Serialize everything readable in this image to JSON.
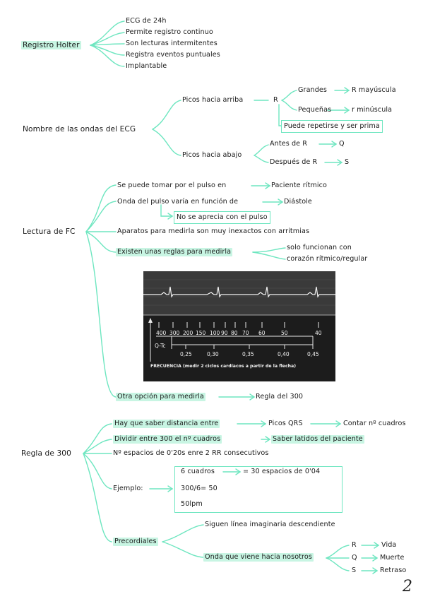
{
  "colors": {
    "accent": "#6ee6c0",
    "highlight": "#c8f5e3",
    "text": "#1a1a1a"
  },
  "holter": {
    "title": "Registro Holter",
    "items": [
      "ECG de 24h",
      "Permite registro continuo",
      "Son lecturas intermitentes",
      "Registra eventos puntuales",
      "Implantable"
    ]
  },
  "ondas": {
    "title": "Nombre de las ondas del ECG",
    "arriba": "Picos hacia arriba",
    "r": "R",
    "grandes": "Grandes",
    "r_may": "R mayúscula",
    "pequenas": "Pequeñas",
    "r_min": "r minúscula",
    "repetir": "Puede repetirse y ser prima",
    "abajo": "Picos hacia abajo",
    "antes": "Antes de R",
    "q": "Q",
    "despues": "Después de R",
    "s": "S"
  },
  "fc": {
    "title": "Lectura de FC",
    "pulso": "Se puede tomar por el pulso en",
    "ritmico": "Paciente rítmico",
    "onda_pulso": "Onda del pulso varía en función de",
    "diastole": "Diástole",
    "no_aprecia": "No se aprecia con el pulso",
    "aparatos": "Aparatos para medirla son muy inexactos con arritmias",
    "reglas": "Existen unas reglas para medirla",
    "solo1": "solo funcionan con",
    "solo2": "corazón rítmico/regular",
    "otra": "Otra opción para medirla",
    "regla300": "Regla del 300"
  },
  "ruler": {
    "top_ticks": [
      "400",
      "300",
      "200",
      "150",
      "100",
      "90",
      "80",
      "70",
      "60",
      "50",
      "40"
    ],
    "qtc_label": "Q-Tc",
    "bottom_ticks": [
      "0,25",
      "0,30",
      "0,35",
      "0,40",
      "0,45"
    ],
    "caption": "FRECUENCIA  (medir 2 ciclos cardíacos a partir de la flecha)"
  },
  "regla": {
    "title": "Regla de 300",
    "distancia": "Hay que saber distancia entre",
    "picos": "Picos QRS",
    "contar": "Contar nº cuadros",
    "dividir": "Dividir entre 300 el nº cuadros",
    "latidos": "Saber latidos del paciente",
    "espacios": "Nº espacios de 0'20s enre 2 RR consecutivos",
    "ejemplo": "Ejemplo:",
    "ej1a": "6 cuadros",
    "ej1b": "= 30 espacios de 0'04",
    "ej2": "300/6= 50",
    "ej3": "50lpm",
    "precordiales": "Precordiales",
    "siguen": "Siguen línea imaginaria descendiente",
    "onda_viene": "Onda que viene hacia nosotros",
    "r": "R",
    "vida": "Vida",
    "q": "Q",
    "muerte": "Muerte",
    "s": "S",
    "retraso": "Retraso"
  },
  "page_number": "2"
}
